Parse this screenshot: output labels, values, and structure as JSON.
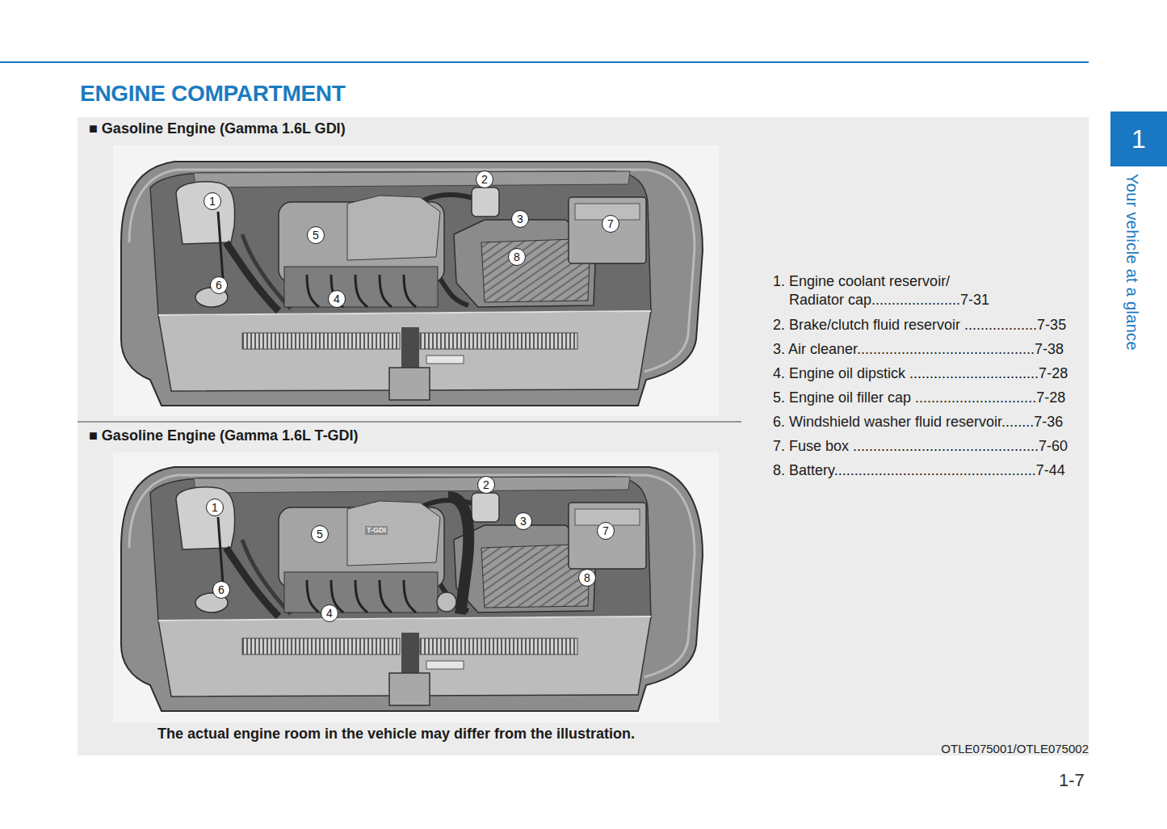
{
  "diagram": {
    "title": "ENGINE COMPARTMENT",
    "nodes": [
      {
        "text": [
          "1"
        ]
      },
      {
        "text": [
          "■ Gasoline Engine (Gamma 1.6L GDI)",
          "1. Engine coolant reservoir/ Radiator cap......................7-31",
          "2. Brake/clutch fluid reservoir ..................7-35",
          "3. Air cleaner............................................7-38",
          "4. Engine oil dipstick ................................7-28",
          "5. Engine oil filler cap ..............................7-28",
          "6. Windshield washer fluid reservoir........7-36",
          "7. Fuse box ..............................................7-60",
          "8. Battery..................................................7-44",
          "■ Gasoline Engine (Gamma 1.6L T-GDI)",
          "The actual engine room in the vehicle may differ from the illustration."
        ]
      },
      {
        "text": [
          "1"
        ],
        "in": 1
      },
      {
        "text": [
          "2"
        ],
        "in": 1
      },
      {
        "text": [
          "3"
        ],
        "in": 1
      },
      {
        "text": [
          "4"
        ],
        "in": 1
      },
      {
        "text": [
          "5"
        ],
        "in": 1
      },
      {
        "text": [
          "6"
        ],
        "in": 1
      },
      {
        "text": [
          "7"
        ],
        "in": 1
      },
      {
        "text": [
          "8"
        ],
        "in": 1
      },
      {
        "text": [
          "1"
        ],
        "in": 1
      },
      {
        "text": [
          "2"
        ],
        "in": 1
      },
      {
        "text": [
          "3"
        ],
        "in": 1
      },
      {
        "text": [
          "4"
        ],
        "in": 1
      },
      {
        "text": [
          "5"
        ],
        "in": 1
      },
      {
        "text": [
          "6"
        ],
        "in": 1
      },
      {
        "text": [
          "7"
        ],
        "in": 1
      },
      {
        "text": [
          "8"
        ],
        "in": 1
      }
    ],
    "labels": [
      "Your vehicle at a glance",
      "T-GDI",
      "OTLE075001/OTLE075002",
      "1-7"
    ]
  }
}
